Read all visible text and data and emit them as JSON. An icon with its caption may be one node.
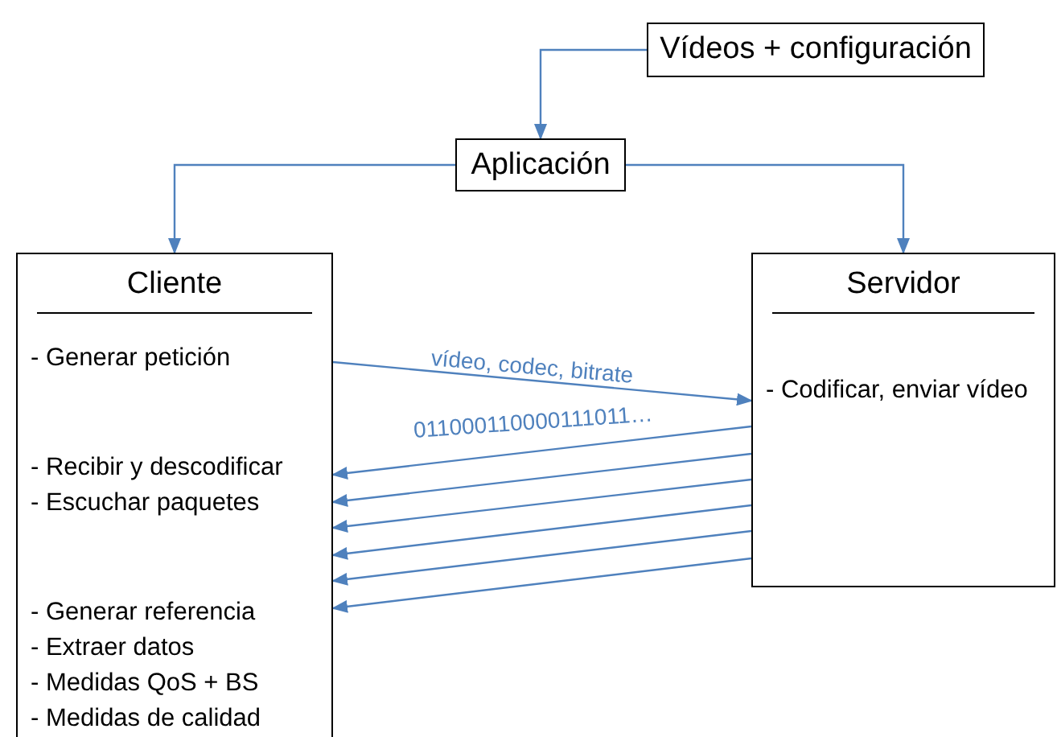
{
  "diagram": {
    "nodes": [
      {
        "text": [
          "Vídeos + configuración"
        ]
      },
      {
        "text": [
          "Aplicación"
        ]
      },
      {
        "text": [
          "Cliente",
          "- Generar petición",
          "- Recibir y descodificar",
          "- Escuchar paquetes",
          "- Generar referencia",
          "- Extraer datos",
          "- Medidas QoS + BS",
          "- Medidas de calidad"
        ]
      },
      {
        "text": [
          "Servidor",
          "- Codificar, enviar vídeo"
        ]
      }
    ],
    "edges": [
      {
        "from": 0,
        "to": 1,
        "arrow": "to"
      },
      {
        "from": 1,
        "to": 2,
        "arrow": "to"
      },
      {
        "from": 1,
        "to": 3,
        "arrow": "to"
      },
      {
        "from": 2,
        "to": 3,
        "arrow": "to",
        "label": "vídeo, codec, bitrate"
      },
      {
        "from": 3,
        "to": 2,
        "arrow": "to",
        "label": "011000110000111011…"
      },
      {
        "from": 3,
        "to": 2,
        "arrow": "to"
      },
      {
        "from": 3,
        "to": 2,
        "arrow": "to"
      },
      {
        "from": 3,
        "to": 2,
        "arrow": "to"
      },
      {
        "from": 3,
        "to": 2,
        "arrow": "to"
      },
      {
        "from": 3,
        "to": 2,
        "arrow": "to"
      }
    ]
  }
}
